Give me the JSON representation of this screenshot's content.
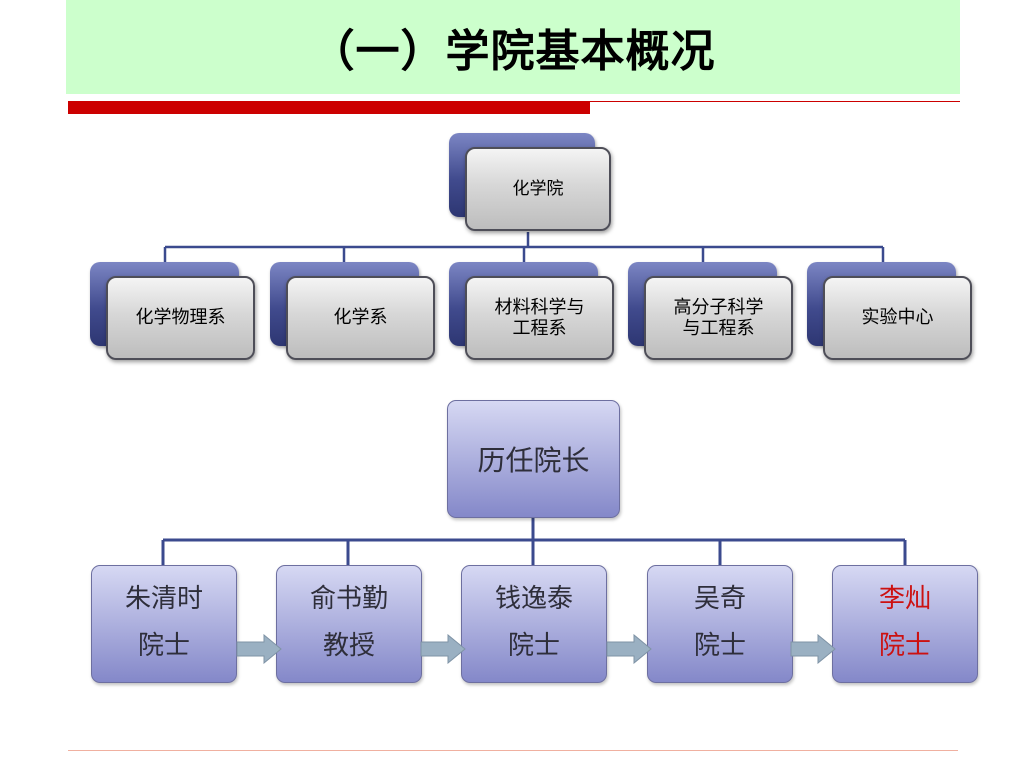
{
  "title": "（一）学院基本概况",
  "org_chart": {
    "root": "化学院",
    "departments": [
      "化学物理系",
      "化学系",
      "材料科学与\n工程系",
      "高分子科学\n与工程系",
      "实验中心"
    ]
  },
  "dean_chart": {
    "root": "历任院长",
    "deans": [
      {
        "name": "朱清时",
        "title": "院士",
        "highlight": false
      },
      {
        "name": "俞书勤",
        "title": "教授",
        "highlight": false
      },
      {
        "name": "钱逸泰",
        "title": "院士",
        "highlight": false
      },
      {
        "name": "吴奇",
        "title": "院士",
        "highlight": false
      },
      {
        "name": "李灿",
        "title": "院士",
        "highlight": true
      }
    ]
  },
  "colors": {
    "title_band": "#ccffcc",
    "accent_red": "#cc0000",
    "highlight_text": "#cc1111",
    "connector_blue": "#3b4a8e",
    "arrow_fill": "#9ab0c2"
  }
}
